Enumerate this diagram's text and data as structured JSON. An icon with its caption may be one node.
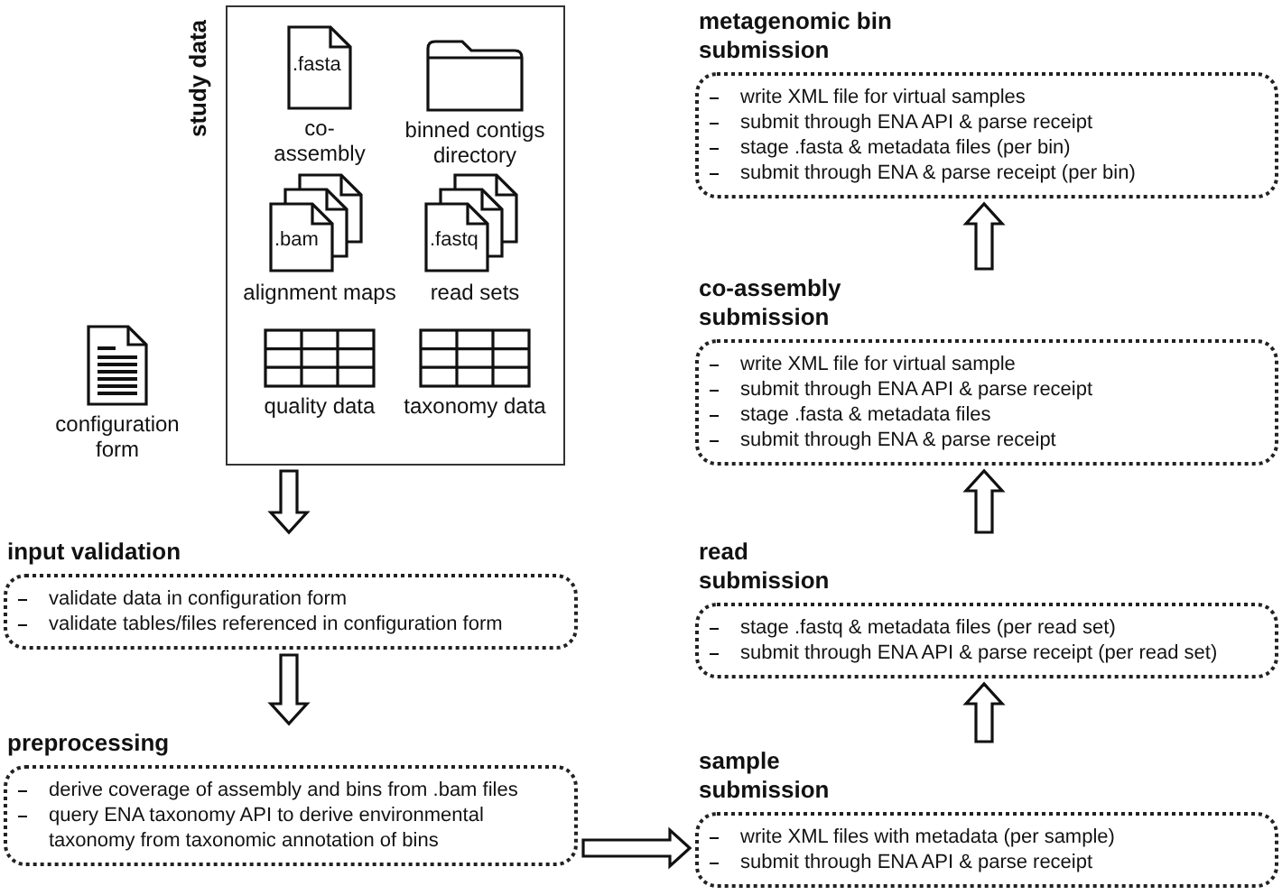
{
  "diagram": {
    "nodes": [
      {
        "text": [
          "study data"
        ]
      },
      {
        "text": [
          ".fasta",
          "co- assembly"
        ],
        "in": 0
      },
      {
        "text": [
          "binned contigs directory"
        ],
        "in": 0
      },
      {
        "text": [
          ".bam",
          "alignment maps"
        ],
        "in": 0
      },
      {
        "text": [
          ".fastq",
          "read sets"
        ],
        "in": 0
      },
      {
        "text": [
          "quality data"
        ],
        "in": 0
      },
      {
        "text": [
          "taxonomy data"
        ],
        "in": 0
      },
      {
        "text": [
          "configuration form"
        ]
      },
      {
        "text": [
          "input validation",
          "validate data in configuration form",
          "validate tables/files referenced in configuration form"
        ]
      },
      {
        "text": [
          "preprocessing",
          "derive coverage of assembly and bins from .bam files",
          "query ENA taxonomy API to derive environmental taxonomy from taxonomic annotation of bins"
        ]
      },
      {
        "text": [
          "metagenomic bin submission",
          "write XML file for virtual samples",
          "submit through ENA API & parse receipt",
          "stage .fasta & metadata files (per bin)",
          "submit through ENA & parse receipt (per bin)"
        ]
      },
      {
        "text": [
          "co-assembly submission",
          "write XML file for virtual sample",
          "submit through ENA API & parse receipt",
          "stage .fasta & metadata files",
          "submit through ENA & parse receipt"
        ]
      },
      {
        "text": [
          "read submission",
          "stage .fastq & metadata files (per read set)",
          "submit through ENA API & parse receipt (per read set)"
        ]
      },
      {
        "text": [
          "sample submission",
          "write XML files with metadata (per sample)",
          "submit through ENA API & parse receipt"
        ]
      }
    ],
    "edges": [
      {
        "from": 0,
        "to": 8,
        "arrow": "to"
      },
      {
        "from": 8,
        "to": 9,
        "arrow": "to"
      },
      {
        "from": 9,
        "to": 13,
        "arrow": "to"
      },
      {
        "from": 13,
        "to": 12,
        "arrow": "to"
      },
      {
        "from": 12,
        "to": 11,
        "arrow": "to"
      },
      {
        "from": 11,
        "to": 10,
        "arrow": "to"
      }
    ]
  }
}
